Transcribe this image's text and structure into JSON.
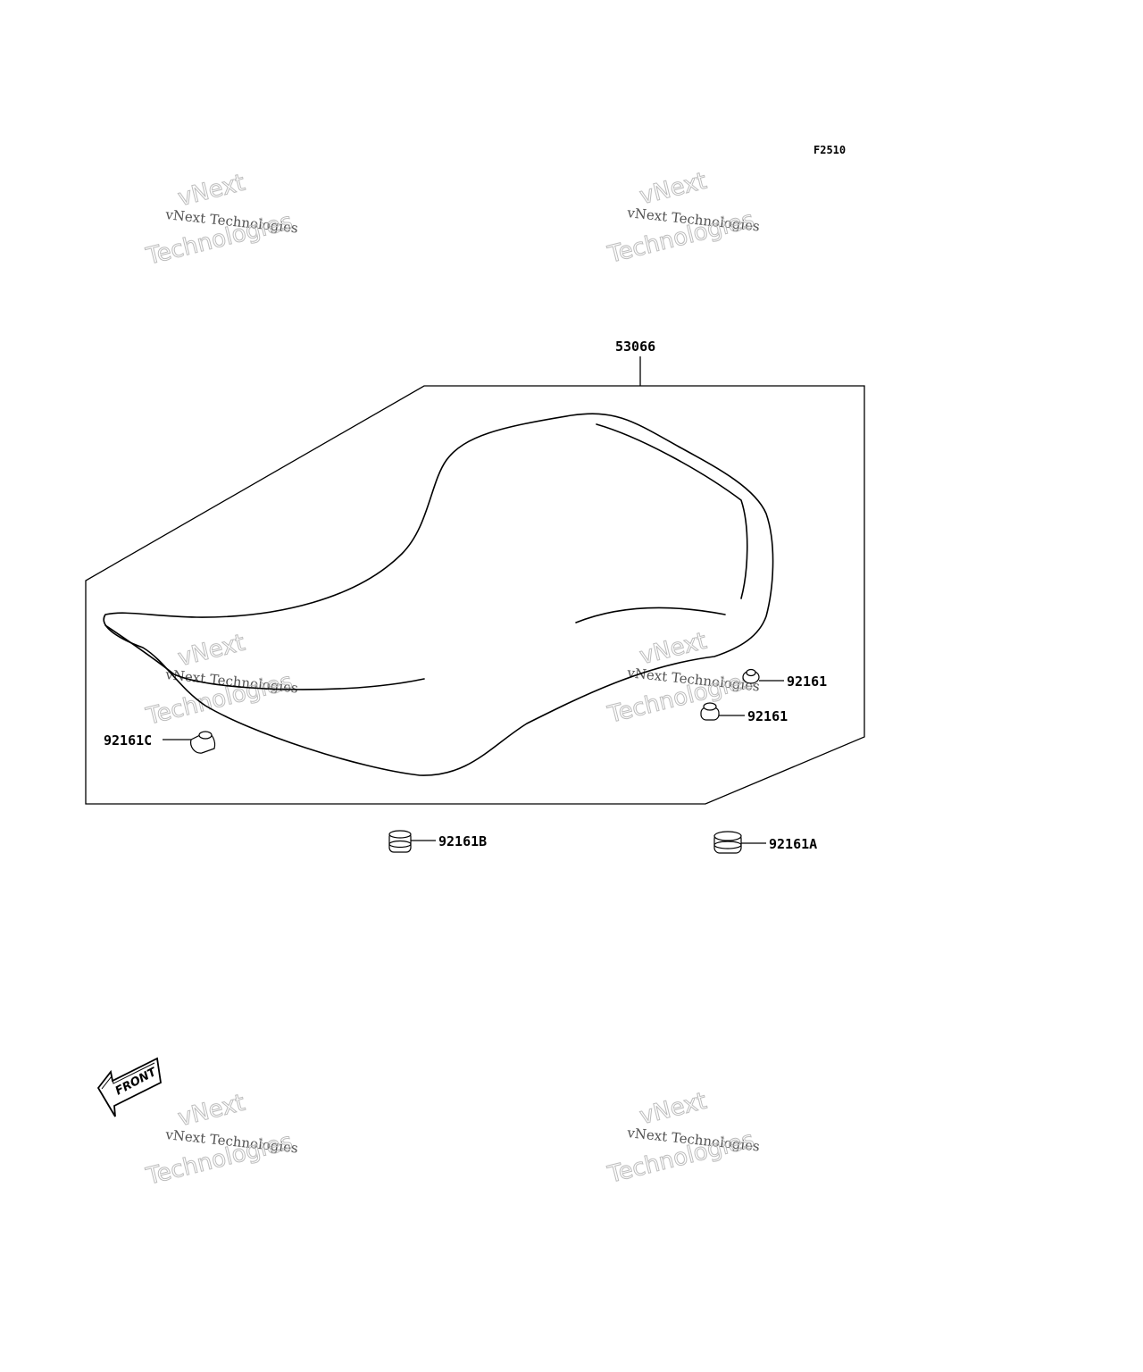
{
  "diagram_code": "F2510",
  "parts": {
    "seat": "53066",
    "grommet_right_upper": "92161",
    "grommet_right_lower": "92161",
    "grommet_left": "92161C",
    "damper_b": "92161B",
    "damper_a": "92161A"
  },
  "front_indicator": "FRONT",
  "watermark": {
    "line1": "vNext Technologies",
    "line2": "vNext",
    "line3": "Technologies"
  }
}
